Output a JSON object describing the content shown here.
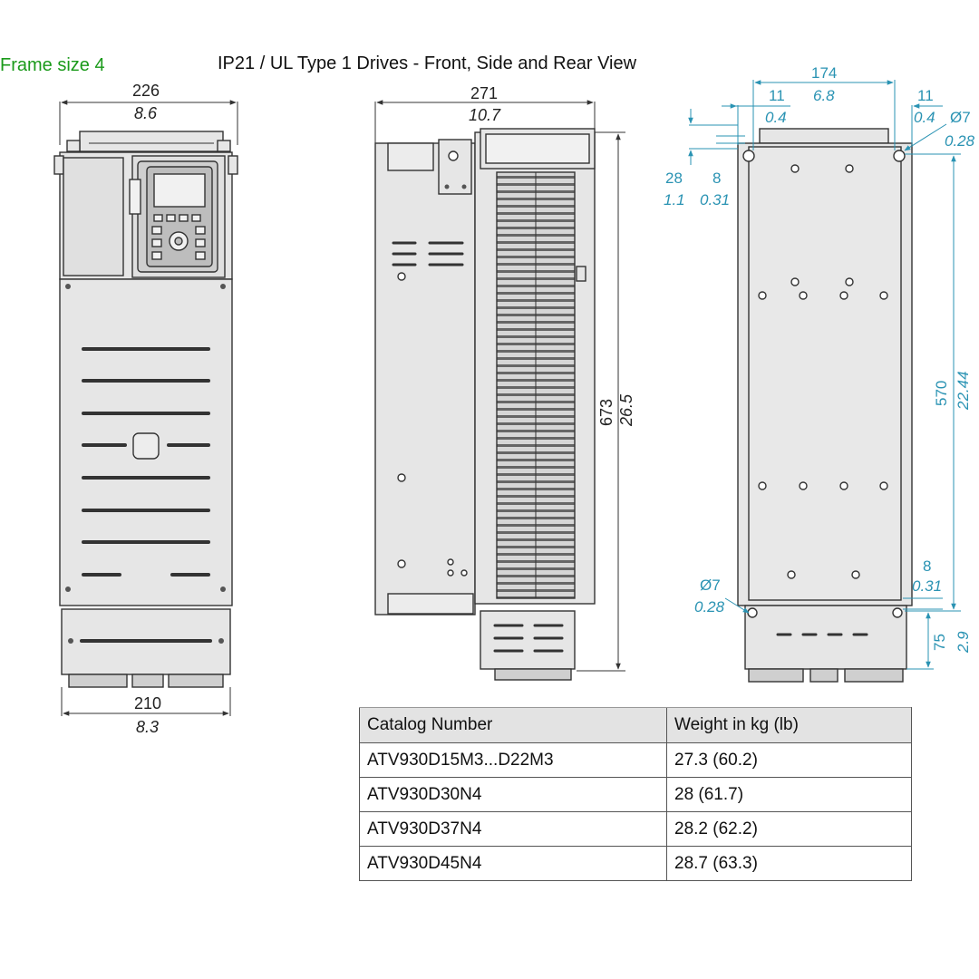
{
  "header": {
    "frame_label": "Frame size 4",
    "title": "IP21 / UL Type 1 Drives - Front, Side and Rear View"
  },
  "front_view": {
    "top_width_mm": "226",
    "top_width_in": "8.6",
    "bottom_width_mm": "210",
    "bottom_width_in": "8.3"
  },
  "side_view": {
    "depth_mm": "271",
    "depth_in": "10.7",
    "height_mm": "673",
    "height_in": "26.5"
  },
  "rear_view": {
    "width_mm": "174",
    "width_in": "6.8",
    "left_offset_mm": "11",
    "left_offset_in": "0.4",
    "right_offset_mm": "11",
    "right_offset_in": "0.4",
    "top_hole_dia_mm": "Ø7",
    "top_hole_dia_in": "0.28",
    "top_margin_mm": "28",
    "top_margin_in": "1.1",
    "top_slot_mm": "8",
    "top_slot_in": "0.31",
    "mount_height_mm": "570",
    "mount_height_in": "22.44",
    "bottom_slot_mm": "8",
    "bottom_slot_in": "0.31",
    "bottom_hole_dia_mm": "Ø7",
    "bottom_hole_dia_in": "0.28",
    "bottom_margin_mm": "75",
    "bottom_margin_in": "2.9"
  },
  "colors": {
    "frame_label": "#1a9a1a",
    "dimension_blue": "#2a93b3",
    "panel_fill": "#e6e6e6",
    "outline": "#333333"
  },
  "weight_table": {
    "headers": [
      "Catalog Number",
      "Weight in kg (lb)"
    ],
    "rows": [
      [
        "ATV930D15M3...D22M3",
        "27.3 (60.2)"
      ],
      [
        "ATV930D30N4",
        "28 (61.7)"
      ],
      [
        "ATV930D37N4",
        "28.2 (62.2)"
      ],
      [
        "ATV930D45N4",
        "28.7 (63.3)"
      ]
    ]
  }
}
